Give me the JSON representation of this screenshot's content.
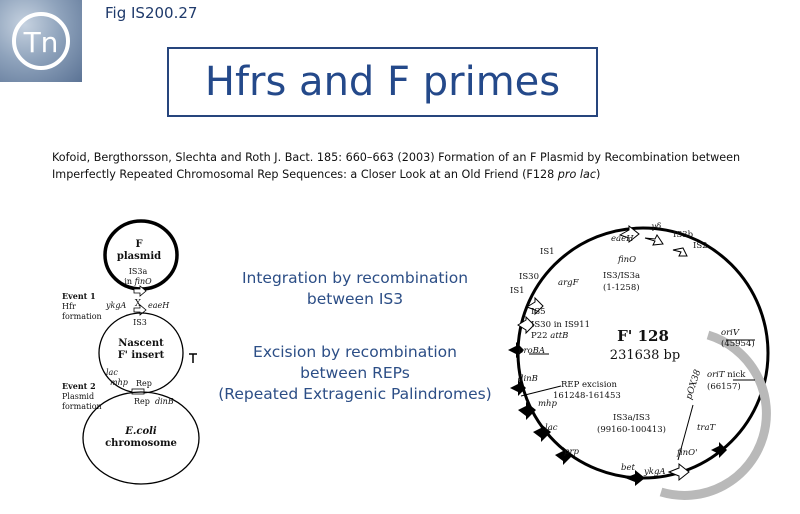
{
  "logo": {
    "text": "Tn"
  },
  "fig_label": "Fig IS200.27",
  "title": "Hfrs and F primes",
  "reference": {
    "line1": "Kofoid, Bergthorsson, Slechta and  Roth  J. Bact. 185: 660–663 (2003) Formation of an F Plasmid by Recombination between",
    "line2_prefix": "Imperfectly Repeated Chromosomal Rep Sequences: a Closer Look at an Old Friend (F128 ",
    "line2_italic": "pro lac",
    "line2_suffix": ")"
  },
  "integration": {
    "line1": "Integration by recombination",
    "line2": "between IS3"
  },
  "excision": {
    "line1": "Excision by recombination",
    "line2": "between REPs",
    "line3": "(Repeated Extragenic Palindromes)"
  },
  "left_diagram": {
    "plasmid_l1": "F",
    "plasmid_l2": "plasmid",
    "is3a_l1": "IS3a",
    "is3a_l2_pre": "in ",
    "is3a_l2_it": "finO",
    "event1_title": "Event 1",
    "event1_l2": "Hfr",
    "event1_l3": "formation",
    "ykgA": "ykgA",
    "x_mark": "X",
    "eaeH": "eaeH",
    "is3": "IS3",
    "nascent_l1": "Nascent",
    "nascent_l2": "F' insert",
    "lac": "lac",
    "mhp": "mhp",
    "rep1": "Rep",
    "rep2": "Rep",
    "dinB": "dinB",
    "event2_title": "Event 2",
    "event2_l2": "Plasmid",
    "event2_l3": "formation",
    "chrom_l1": "E.coli",
    "chrom_l2": "chromosome"
  },
  "right_map": {
    "name": "F' 128",
    "size": "231638 bp",
    "labels": {
      "gamma_delta": "γδ",
      "is3b": "IS3b",
      "is2": "IS2",
      "is1a": "IS1",
      "eaeH": "eaeH",
      "finO": "finO",
      "is30": "IS30",
      "argF": "argF",
      "is3is3a": "IS3/IS3a",
      "is3_coords": "(1-1258)",
      "is1b": "IS1",
      "is5": "IS5",
      "is30_in": "IS30 in IS911",
      "p22": "P22 ",
      "attB": "attB",
      "proBA": "proBA",
      "oriV": "oriV",
      "oriV_coords": "(45954)",
      "pox38": "pOX38",
      "dinB": "dinB",
      "rep_exc": "REP excision",
      "rep_coords": "161248-161453",
      "mhp": "mhp",
      "oriT": "oriT",
      "oriT_nick": " nick",
      "oriT_coords": "(66157)",
      "lac": "lac",
      "is3a_is3": "IS3a/IS3",
      "is3a_coords": "(99160-100413)",
      "traT": "traT",
      "prp": "prp",
      "finO2": "finO'",
      "bet": "bet",
      "ykgA": "ykgA"
    }
  },
  "colors": {
    "title": "#24498a",
    "body_text": "#2c4e86",
    "box_border": "#26457d"
  }
}
